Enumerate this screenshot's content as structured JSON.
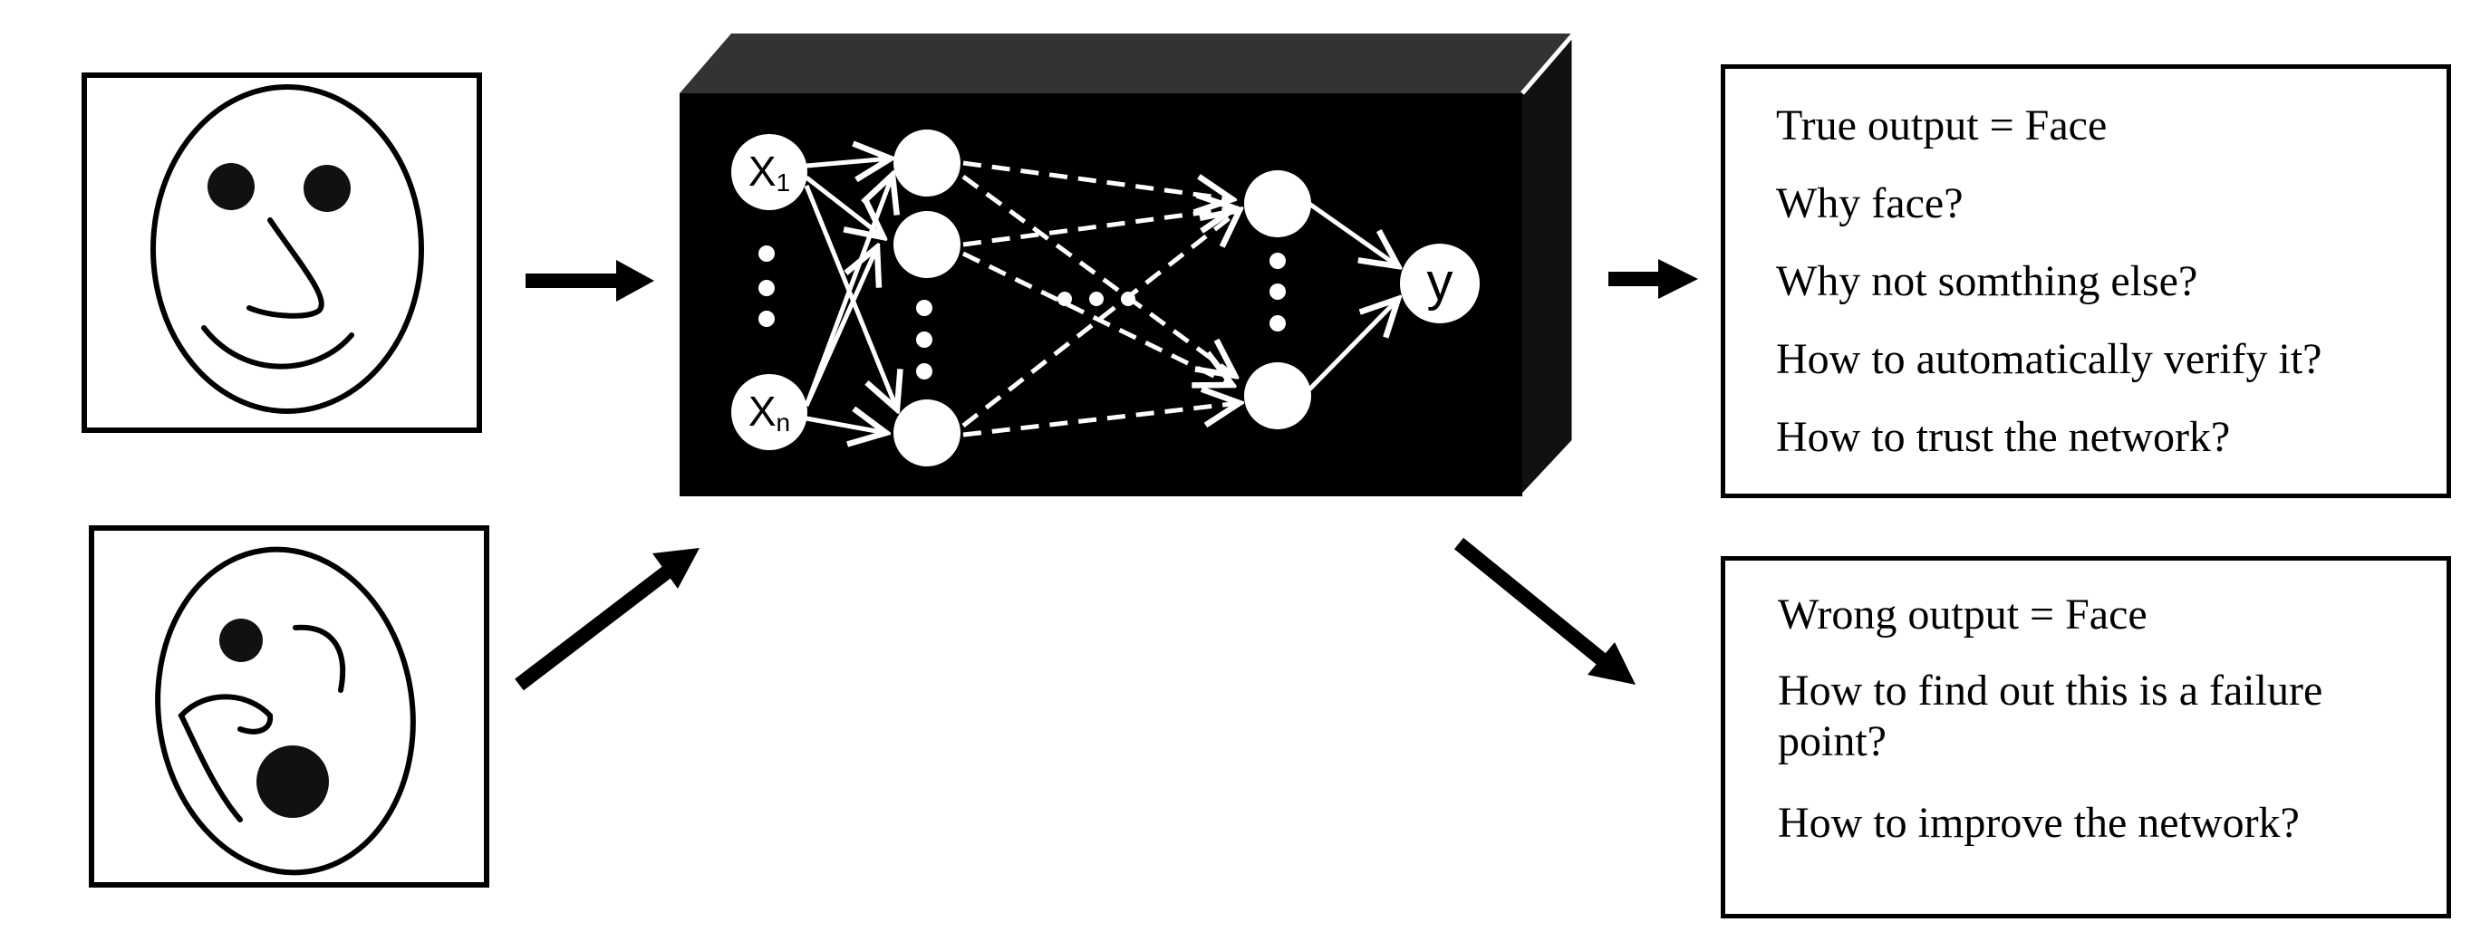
{
  "network": {
    "input_first": "X",
    "input_first_sub": "1",
    "input_last": "X",
    "input_last_sub": "n",
    "output": "y"
  },
  "true_box": {
    "lines": [
      "True output = Face",
      "Why face?",
      "Why not somthing else?",
      "How to automatically verify it?",
      "How to trust the network?"
    ]
  },
  "wrong_box": {
    "lines": [
      "Wrong output = Face",
      "How to find out this is a failure point?",
      "How to improve the network?"
    ]
  },
  "colors": {
    "ink": "#000000",
    "box_top": "#333333",
    "box_front": "#000000",
    "network_lines": "#ffffff"
  }
}
